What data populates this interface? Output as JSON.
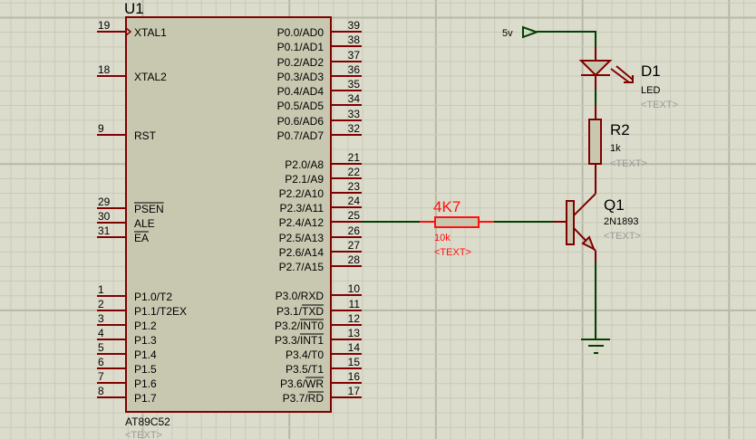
{
  "app": "Schematic Capture",
  "colors": {
    "background": "#dcdccc",
    "grid_minor": "#c8c8b8",
    "grid_major": "#bcbcac",
    "component_body": "#c8c8b0",
    "component_outline": "#800000",
    "wire": "#004000",
    "selected": "#ff1010",
    "text_placeholder": "#9a9a9a"
  },
  "components": {
    "u1": {
      "ref": "U1",
      "value": "AT89C52",
      "text": "<TEXT>",
      "left_pins": [
        {
          "num": "19",
          "label": "XTAL1",
          "clock": true
        },
        {
          "num": "18",
          "label": "XTAL2"
        },
        {
          "num": "9",
          "label": "RST"
        },
        {
          "num": "29",
          "label": "PSEN",
          "overbar": "PSEN"
        },
        {
          "num": "30",
          "label": "ALE"
        },
        {
          "num": "31",
          "label": "EA",
          "overbar": "EA"
        },
        {
          "num": "1",
          "label": "P1.0/T2"
        },
        {
          "num": "2",
          "label": "P1.1/T2EX"
        },
        {
          "num": "3",
          "label": "P1.2"
        },
        {
          "num": "4",
          "label": "P1.3"
        },
        {
          "num": "5",
          "label": "P1.4"
        },
        {
          "num": "6",
          "label": "P1.5"
        },
        {
          "num": "7",
          "label": "P1.6"
        },
        {
          "num": "8",
          "label": "P1.7"
        }
      ],
      "right_pins": [
        {
          "num": "39",
          "label": "P0.0/AD0"
        },
        {
          "num": "38",
          "label": "P0.1/AD1"
        },
        {
          "num": "37",
          "label": "P0.2/AD2"
        },
        {
          "num": "36",
          "label": "P0.3/AD3"
        },
        {
          "num": "35",
          "label": "P0.4/AD4"
        },
        {
          "num": "34",
          "label": "P0.5/AD5"
        },
        {
          "num": "33",
          "label": "P0.6/AD6"
        },
        {
          "num": "32",
          "label": "P0.7/AD7"
        },
        {
          "num": "21",
          "label": "P2.0/A8"
        },
        {
          "num": "22",
          "label": "P2.1/A9"
        },
        {
          "num": "23",
          "label": "P2.2/A10"
        },
        {
          "num": "24",
          "label": "P2.3/A11"
        },
        {
          "num": "25",
          "label": "P2.4/A12"
        },
        {
          "num": "26",
          "label": "P2.5/A13"
        },
        {
          "num": "27",
          "label": "P2.6/A14"
        },
        {
          "num": "28",
          "label": "P2.7/A15"
        },
        {
          "num": "10",
          "label": "P3.0/RXD"
        },
        {
          "num": "11",
          "label": "P3.1/TXD",
          "overbar": "TXD"
        },
        {
          "num": "12",
          "label": "P3.2/INT0",
          "overbar": "INT0"
        },
        {
          "num": "13",
          "label": "P3.3/INT1",
          "overbar": "INT1"
        },
        {
          "num": "14",
          "label": "P3.4/T0"
        },
        {
          "num": "15",
          "label": "P3.5/T1"
        },
        {
          "num": "16",
          "label": "P3.6/WR",
          "overbar": "WR"
        },
        {
          "num": "17",
          "label": "P3.7/RD",
          "overbar": "RD"
        }
      ]
    },
    "r1": {
      "ref": "4K7",
      "value": "10k",
      "text": "<TEXT>",
      "selected": true
    },
    "q1": {
      "ref": "Q1",
      "value": "2N1893",
      "text": "<TEXT>"
    },
    "r2": {
      "ref": "R2",
      "value": "1k",
      "text": "<TEXT>"
    },
    "d1": {
      "ref": "D1",
      "value": "LED",
      "text": "<TEXT>"
    },
    "power": {
      "label": "5v"
    }
  }
}
